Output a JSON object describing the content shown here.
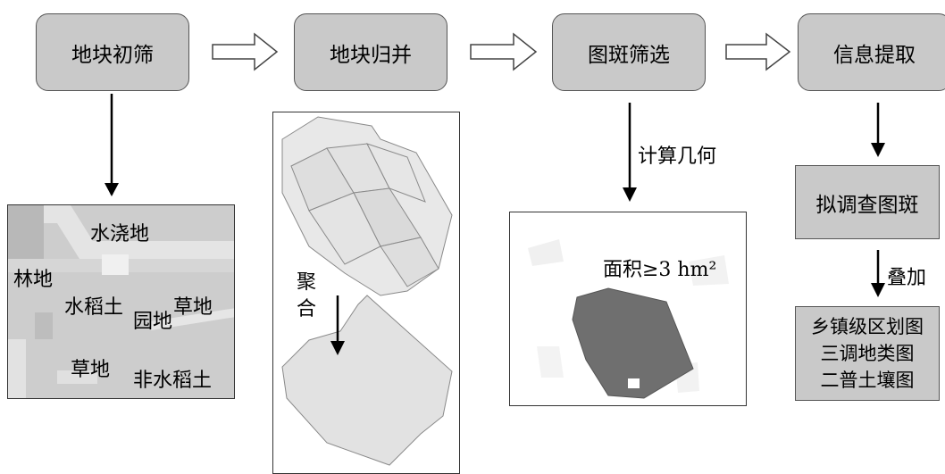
{
  "steps": [
    {
      "label": "地块初筛"
    },
    {
      "label": "地块归并"
    },
    {
      "label": "图斑筛选"
    },
    {
      "label": "信息提取"
    }
  ],
  "panel1": {
    "labels": [
      "水浇地",
      "林地",
      "水稻土",
      "园地",
      "草地",
      "草地",
      "非水稻土"
    ]
  },
  "panel2": {
    "merge_label": "聚\n合"
  },
  "panel3": {
    "arrow_label": "计算几何",
    "area_label": "面积≥3 hm²"
  },
  "right": {
    "candidate_box": "拟调查图斑",
    "overlay_label": "叠加",
    "sources": [
      "乡镇级区划图",
      "三调地类图",
      "二普土壤图"
    ]
  }
}
